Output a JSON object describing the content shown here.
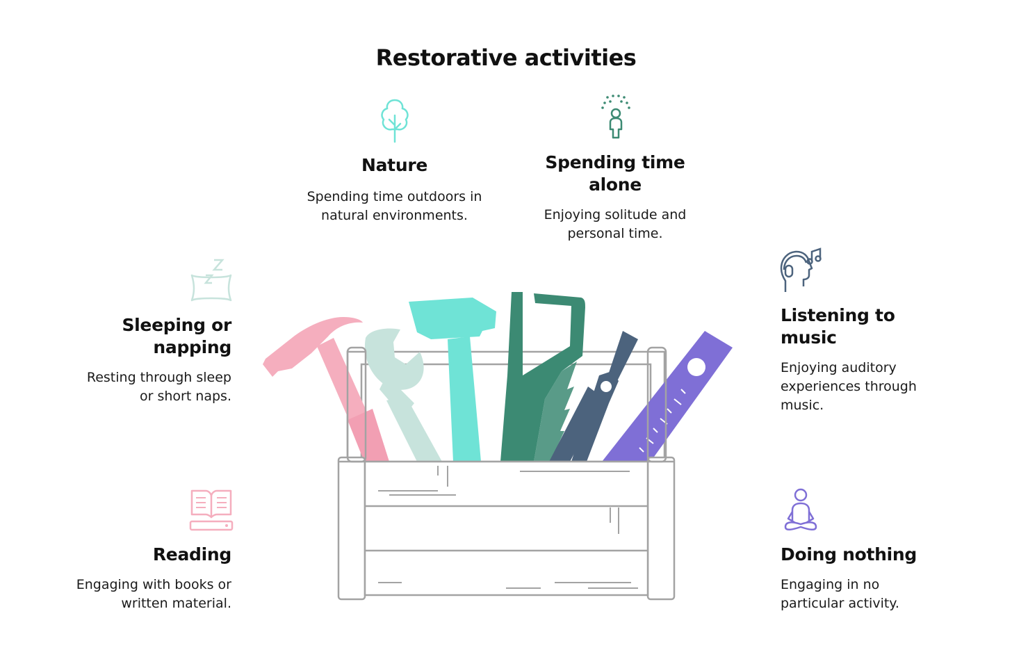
{
  "title": "Restorative activities",
  "colors": {
    "nature": "#6fe3d6",
    "alone": "#3c8a73",
    "sleeping": "#c7e3dc",
    "reading": "#f5aebe",
    "music": "#4c637d",
    "nothing": "#7f6fd6",
    "toolbox": "#a3a3a3"
  },
  "activities": [
    {
      "key": "nature",
      "icon": "tree-icon",
      "heading": "Nature",
      "description": "Spending time outdoors in natural environments."
    },
    {
      "key": "alone",
      "icon": "person-alone-icon",
      "heading": "Spending time alone",
      "description": "Enjoying solitude and personal time."
    },
    {
      "key": "sleeping",
      "icon": "pillow-sleep-icon",
      "heading": "Sleeping or napping",
      "description": "Resting through sleep or short naps."
    },
    {
      "key": "music",
      "icon": "headphones-music-icon",
      "heading": "Listening to music",
      "description": "Enjoying auditory experiences through music."
    },
    {
      "key": "reading",
      "icon": "open-book-icon",
      "heading": "Reading",
      "description": "Engaging with books or written material."
    },
    {
      "key": "nothing",
      "icon": "meditation-icon",
      "heading": "Doing nothing",
      "description": "Engaging in no particular activity."
    }
  ],
  "tools": [
    "hammer-icon",
    "wrench-icon",
    "mallet-icon",
    "saw-icon",
    "pliers-icon",
    "level-ruler-icon"
  ]
}
